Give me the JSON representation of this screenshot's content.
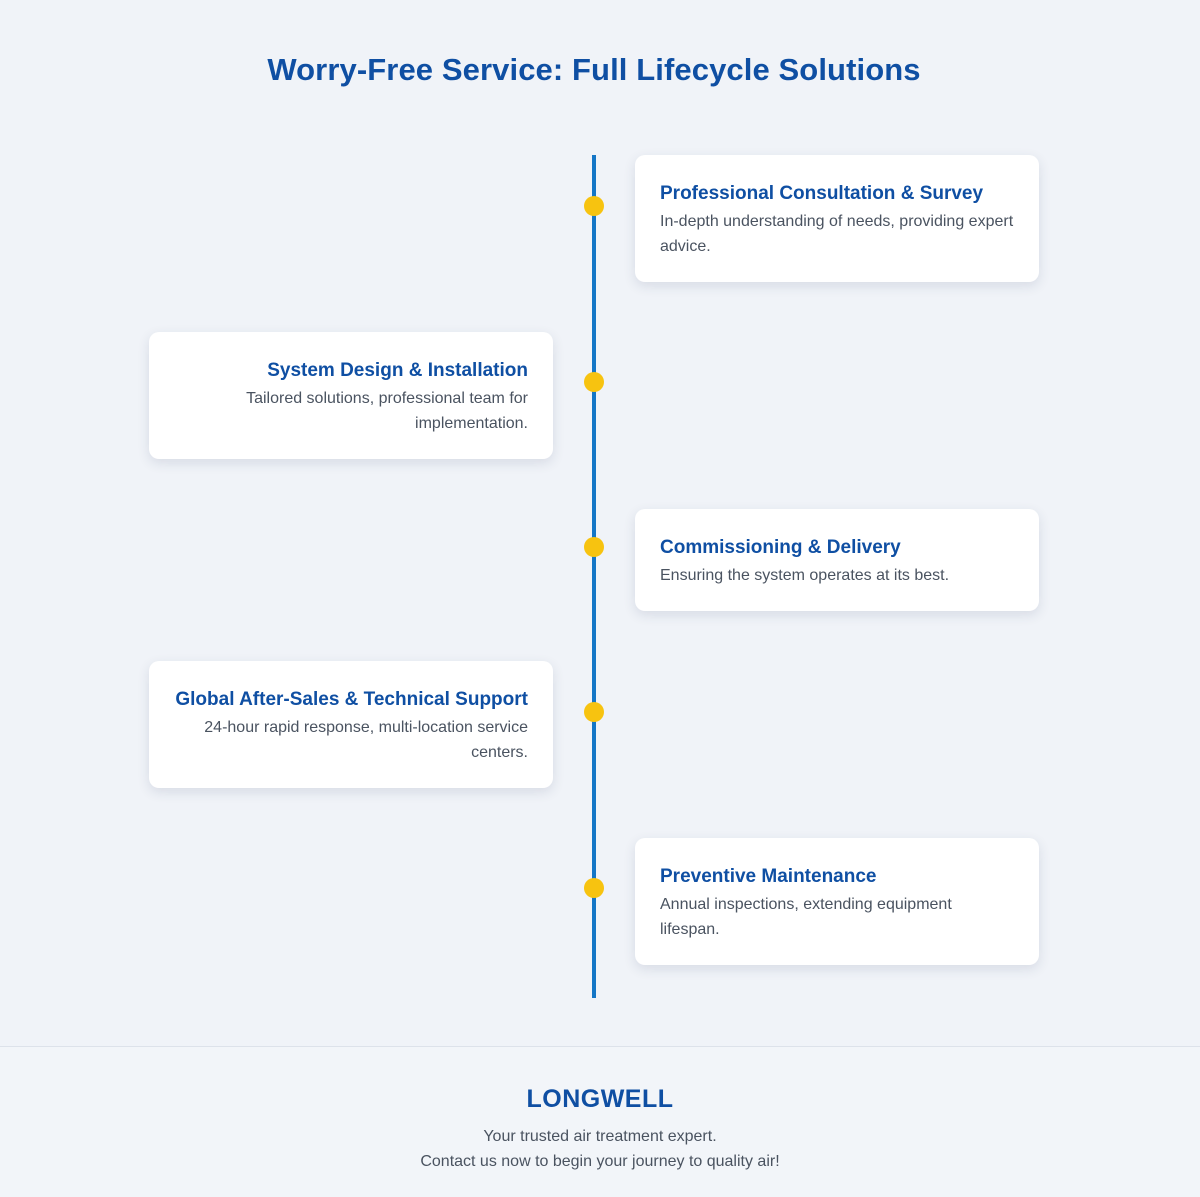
{
  "page": {
    "title": "Worry-Free Service: Full Lifecycle Solutions"
  },
  "timeline": {
    "steps": [
      {
        "title": "Professional Consultation & Survey",
        "description": "In-depth understanding of needs, providing expert advice."
      },
      {
        "title": "System Design & Installation",
        "description": "Tailored solutions, professional team for implementation."
      },
      {
        "title": "Commissioning & Delivery",
        "description": "Ensuring the system operates at its best."
      },
      {
        "title": "Global After-Sales & Technical Support",
        "description": "24-hour rapid response, multi-location service centers."
      },
      {
        "title": "Preventive Maintenance",
        "description": "Annual inspections, extending equipment lifespan."
      }
    ]
  },
  "footer": {
    "brand": "LONGWELL",
    "tagline": "Your trusted air treatment expert.",
    "cta": "Contact us now to begin your journey to quality air!"
  },
  "colors": {
    "accent": "#0f4fa3",
    "timeline": "#1476c6",
    "marker": "#f7c310",
    "background": "#f0f3f8"
  }
}
